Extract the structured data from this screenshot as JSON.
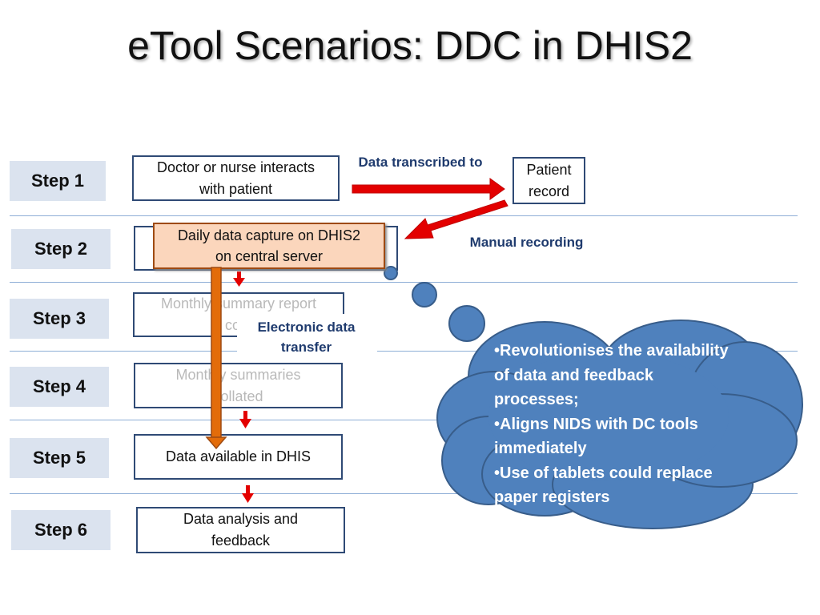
{
  "title": "eTool Scenarios: DDC in DHIS2",
  "steps": [
    "Step 1",
    "Step 2",
    "Step 3",
    "Step 4",
    "Step 5",
    "Step 6"
  ],
  "boxes": {
    "doctor": [
      "Doctor or nurse interacts",
      "with patient"
    ],
    "patient_record": [
      "Patient",
      "record"
    ],
    "daily_capture": [
      "Daily data capture on DHIS2",
      "on central server"
    ],
    "monthly_report": [
      "Monthly summary report",
      "com"
    ],
    "monthly_collated": [
      "Monthly summaries",
      "collated"
    ],
    "available": "Data available in DHIS",
    "analysis": [
      "Data analysis and",
      "feedback"
    ]
  },
  "labels": {
    "transcribed": "Data transcribed to",
    "manual": "Manual recording",
    "electronic": [
      "Electronic data",
      "transfer"
    ]
  },
  "callout": [
    "•Revolutionises the availability of data and feedback processes;",
    "•Aligns NIDS with DC tools immediately",
    "•Use of tablets could replace paper registers"
  ],
  "colors": {
    "cloud_fill": "#4f81bd",
    "cloud_stroke": "#385d8a",
    "red_arrow": "#e30000",
    "orange_arrow": "#e36c0a",
    "step_fill": "#dbe3ef",
    "box_border": "#2f4a75"
  }
}
